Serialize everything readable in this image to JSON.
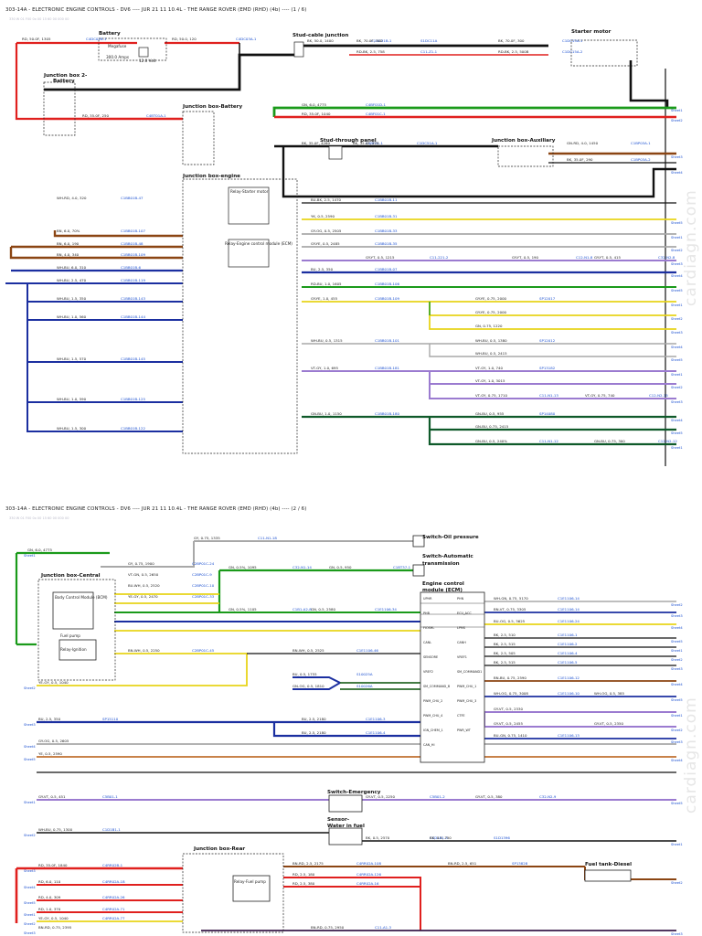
{
  "header": {
    "page1_title": "303-14A - ELECTRONIC ENGINE CONTROLS - DV6 ---- JUR 21 11 10.4L - THE RANGE ROVER (EMD (RHD) (4b) ---- (1 / 6)",
    "page2_title": "303-14A - ELECTRONIC ENGINE CONTROLS - DV6 ---- JUR 21 11 10.4L - THE RANGE ROVER (EMD (RHD) (4b) ---- (2 / 6)",
    "page1_sub": "330 W 01 F00 0x 00 15 60 00 000 00",
    "page2_sub": "330 W 01 F00 0x 00 15 60 00 000 00"
  },
  "watermark": "cardiagn.com",
  "components_p1": {
    "battery": "Battery",
    "megafuse": "Megafuse",
    "megafuse_rating": "300.0 Amps",
    "battery_volt": "12.0 Volt",
    "jb2": "Junction box 2-",
    "jb2b": "Battery",
    "stud_cable": "Stud-cable junction",
    "starter": "Starter motor",
    "jb_battery": "Junction box-Battery",
    "stud_panel": "Stud-through panel",
    "jb_aux": "Junction box-Auxiliary",
    "jb_engine": "Junction box-engine",
    "relay_starter": "Relay-Starter motor",
    "relay_ecm": "Relay-Engine control module (ECM)"
  },
  "components_p2": {
    "oil_pressure": "Switch-Oil pressure",
    "auto_trans_1": "Switch-Automatic",
    "auto_trans_2": "transmission",
    "ecm_1": "Engine control",
    "ecm_2": "module (ECM)",
    "jb_central": "Junction box-Central",
    "bcm": "Body Control Module (BCM)",
    "fuel_pump": "Fuel pump",
    "relay_ignition": "Relay-Ignition",
    "switch_emergency": "Switch-Emergency",
    "sensor_water_1": "Sensor-",
    "sensor_water_2": "Water in fuel",
    "jb_rear": "Junction box-Rear",
    "relay_fuel": "Relay-Fuel pump",
    "fuel_tank": "Fuel tank-Diesel"
  },
  "wires_p1": [
    {
      "label": "RD, 50.0F, 1305",
      "conn": "C4DC02B-1"
    },
    {
      "label": "RD, 50.0, 120",
      "conn": "C4DC03A-1"
    },
    {
      "label": "BK, 50.0, 1400",
      "conn": "C1DC31B-1"
    },
    {
      "label": "BK, 70.0F, 300",
      "conn": "S1DC11A"
    },
    {
      "label": "BK, 70.0F, 300",
      "conn": "C1DC15A-1"
    },
    {
      "label": "RD-BK, 2.5, 758",
      "conn": "C11-Z1-1"
    },
    {
      "label": "RD-BK, 2.5, 500B",
      "conn": "C1DC15A-2"
    },
    {
      "label": "RD, 35.0F, 250",
      "conn": "C4BT01A-1"
    },
    {
      "label": "GN, 6.0, 4775",
      "conn": "C4BF01D-1"
    },
    {
      "label": "RD, 35.0F, 1040",
      "conn": "C4BF01C-1"
    },
    {
      "label": "BK, 35.0F, 4260",
      "conn": "C4BF01-1"
    },
    {
      "label": "BK, 35.0F, 575",
      "conn": "C1DC51A-1"
    },
    {
      "label": "GN-RD, 4.0, 1450",
      "conn": "C1BP03A-1"
    },
    {
      "label": "BK, 35.0F, 290",
      "conn": "C1BP03A-2"
    },
    {
      "label": "WH-RD, 4.0, 320",
      "conn": "C1BB01B-47"
    },
    {
      "label": "BU-BK, 2.5, 1470",
      "conn": "C1BB01B-11"
    },
    {
      "label": "YK, 0.5, 2590",
      "conn": "C1BB01B-31"
    },
    {
      "label": "BN, 6.0, 70%",
      "conn": "C1BB01B-107"
    },
    {
      "label": "GY-OG, 0.5, 2505",
      "conn": "C1BB01B-33"
    },
    {
      "label": "BN, 6.0, 190",
      "conn": "C1BB01B-48"
    },
    {
      "label": "GY-YE, 0.5, 2485",
      "conn": "C1BB01B-35"
    },
    {
      "label": "GY-YT, 0.5, 1215",
      "conn": "C11-221-2"
    },
    {
      "label": "GY-YT, 0.5, 190",
      "conn": "C12-N1-8"
    },
    {
      "label": "GY-YT, 0.5, 415",
      "conn": "C32-N2-8"
    },
    {
      "label": "BN, 4.0, 340",
      "conn": "C1BB01B-109"
    },
    {
      "label": "BU, 2.5, 350",
      "conn": "C1BB01B-07"
    },
    {
      "label": "WH-BU, 6.0, 310",
      "conn": "C1BB01B-6"
    },
    {
      "label": "WH-BU, 2.5, 470",
      "conn": "C1BB01B-119"
    },
    {
      "label": "RD-BU, 1.0, 1605",
      "conn": "C1BB01B-106"
    },
    {
      "label": "WH-BU, 1.5, 350",
      "conn": "C1BB01B-143"
    },
    {
      "label": "GY-YE, 1.0, 455",
      "conn": "C1BB01B-109"
    },
    {
      "label": "GY-YE, 0.75, 2000",
      "conn": "SP12017"
    },
    {
      "label": "GY-YE, 0.75, 2000",
      "conn": ""
    },
    {
      "label": "GN, 0.75, 1220",
      "conn": ""
    },
    {
      "label": "WH-BU, 1.0, 560",
      "conn": "C1BB01B-144"
    },
    {
      "label": "WH-BU, 0.5, 1315",
      "conn": "C1BB01B-101"
    },
    {
      "label": "WH-BU, 0.5, 1380",
      "conn": "SP12012"
    },
    {
      "label": "WH-BU, 0.5, 2415",
      "conn": ""
    },
    {
      "label": "WH-BU, 1.5, 570",
      "conn": "C1BB01B-145"
    },
    {
      "label": "VT-GY, 1.0, 695",
      "conn": "C1BB01B-181"
    },
    {
      "label": "VT-GY, 1.0, 740",
      "conn": "SP13182"
    },
    {
      "label": "VT-GY, 1.0, 3015",
      "conn": ""
    },
    {
      "label": "VT-GY, 0.75, 1710",
      "conn": "C11-N1-13"
    },
    {
      "label": "VT-GY, 0.75, 740",
      "conn": "C12-N2-15"
    },
    {
      "label": "WH-BU, 1.0, 590",
      "conn": "C1BB01B-125"
    },
    {
      "label": "GN-BU, 1.0, 1150",
      "conn": "C1BB01B-180"
    },
    {
      "label": "GN-BU, 0.5, 955",
      "conn": "SP14080"
    },
    {
      "label": "GN-BU, 0.75, 2415",
      "conn": ""
    },
    {
      "label": "GN-BU, 0.5, 240%",
      "conn": "C11-N1-12"
    },
    {
      "label": "GN-BU, 0.75, 300",
      "conn": "C12-N2-12"
    },
    {
      "label": "WH-BU, 1.5, 300",
      "conn": "C1BB01B-122"
    }
  ],
  "wires_p2": [
    {
      "label": "GN, 6.0, 4775",
      "conn": ""
    },
    {
      "label": "GY, 0.75, 1335",
      "conn": "C11-N1-18"
    },
    {
      "label": "GY, 0.75, 1900",
      "conn": "C2BP01C-24"
    },
    {
      "label": "VT-GN, 0.5, 2650",
      "conn": "C2BP01C-9"
    },
    {
      "label": "GN, 0.5%, 1095",
      "conn": "C32-N1-14"
    },
    {
      "label": "GN, 0.5, 950",
      "conn": "C1BT37-1"
    },
    {
      "label": "BU-WH, 0.5, 2520",
      "conn": "C2BP01C-10"
    },
    {
      "label": "YE-GY, 0.5, 2470",
      "conn": "C2BP01C-33"
    },
    {
      "label": "GN, 0.5%, 1105",
      "conn": "C1B1-A2-8"
    },
    {
      "label": "GN, 0.5, 2580",
      "conn": "C1E1106-34"
    },
    {
      "label": "BN-WH, 0.5, 2250",
      "conn": "C2BP01C-45"
    },
    {
      "label": "BN-WH, 0.5, 2525",
      "conn": "C1E1106-46"
    },
    {
      "label": "BU, 0.5, 1755",
      "conn": "S10025A"
    },
    {
      "label": "GN-OG, 0.5, 1810",
      "conn": "S10026A"
    },
    {
      "label": "YE-GY, 0.5, 1040",
      "conn": ""
    },
    {
      "label": "BU, 2.5, 350",
      "conn": "SP15110"
    },
    {
      "label": "BU, 2.5, 2180",
      "conn": "C1E1106-3"
    },
    {
      "label": "BU, 2.5, 2180",
      "conn": "C1E1106-4"
    },
    {
      "label": "GY-OG, 0.5, 2605",
      "conn": ""
    },
    {
      "label": "YE, 0.5, 2590",
      "conn": ""
    },
    {
      "label": "GY-VT, 0.5, 451",
      "conn": "C5B01-1"
    },
    {
      "label": "GY-VT, 0.5, 2250",
      "conn": "C5B01-2"
    },
    {
      "label": "GY-VT, 0.5, 380",
      "conn": "C32-N2-9"
    },
    {
      "label": "WH-BU, 0.75, 1300",
      "conn": "C1D1B1-1"
    },
    {
      "label": "BK, 0.5, 2570",
      "conn": "C1D1B1-3"
    },
    {
      "label": "BK, 0.5, 750",
      "conn": "S1D1396"
    },
    {
      "label": "RD, 35.0F, 1840",
      "conn": "C4RR02B-1"
    },
    {
      "label": "RD, 6.0, 110",
      "conn": "C4RR02A-1B"
    },
    {
      "label": "RD, 4.0, 309",
      "conn": "C4RR02A-26"
    },
    {
      "label": "RD, 1.0, 370",
      "conn": "C4RR02A-71"
    },
    {
      "label": "YE-GY, 0.5, 1040",
      "conn": "C4RR02A-77"
    },
    {
      "label": "BN-RD, 2.5, 2175",
      "conn": "C4RR02A-108"
    },
    {
      "label": "BN-RD, 2.5, 651",
      "conn": "SP13828"
    },
    {
      "label": "RD, 2.5, 180",
      "conn": "C4RR02A-126"
    },
    {
      "label": "RD, 2.5, 380",
      "conn": "C4RR02A-16"
    },
    {
      "label": "BN-RD, 0.75, 2395",
      "conn": ""
    },
    {
      "label": "BN-RD, 0.75, 2950",
      "conn": "C11-A1-3"
    },
    {
      "label": "WH-GN, 0.75, 5170",
      "conn": "C1E1106-14"
    },
    {
      "label": "BN-VT, 0.75, 3305",
      "conn": "C1E1106-14"
    },
    {
      "label": "BU-OG, 0.5, 3625",
      "conn": "C1E1106-24"
    },
    {
      "label": "BK, 2.5, 510",
      "conn": "C1E1106-1"
    },
    {
      "label": "BK, 2.5, 515",
      "conn": "C1E1106-2"
    },
    {
      "label": "BK, 2.5, 505",
      "conn": "C1E1106-4"
    },
    {
      "label": "BK, 2.5, 515",
      "conn": "C1E1106-5"
    },
    {
      "label": "BN-BU, 0.75, 2590",
      "conn": "C1E1106-12"
    },
    {
      "label": "WH-OG, 0.75, 3008",
      "conn": "C1E1106-10"
    },
    {
      "label": "WH-OG, 0.5, 385",
      "conn": ""
    },
    {
      "label": "GY-VT, 0.5, 2330",
      "conn": ""
    },
    {
      "label": "GY-VT, 0.5, 2455",
      "conn": ""
    },
    {
      "label": "GY-VT, 0.5, 2350",
      "conn": ""
    },
    {
      "label": "BU-GN, 0.75, 1410",
      "conn": "C1E1106-13"
    }
  ],
  "ecm_pins": [
    "UPHR",
    "PHN",
    "PHB",
    "ECU_ACC",
    "FIOSHL",
    "LPMS",
    "CANL",
    "CANH",
    "SENSORE",
    "VREF1",
    "VREF2",
    "SM_COMMAND1",
    "SM_COMMAND_B",
    "PWM_CHU_1",
    "PWM_CHU_2",
    "PWM_CHU_3",
    "PWM_CHU_4",
    "CTFE",
    "IGN_CHEM_1",
    "PWR_WT",
    "CAN_HI"
  ],
  "page_refs": [
    "Sheet1",
    "Sheet2",
    "Sheet3",
    "Sheet4",
    "Sheet5"
  ]
}
